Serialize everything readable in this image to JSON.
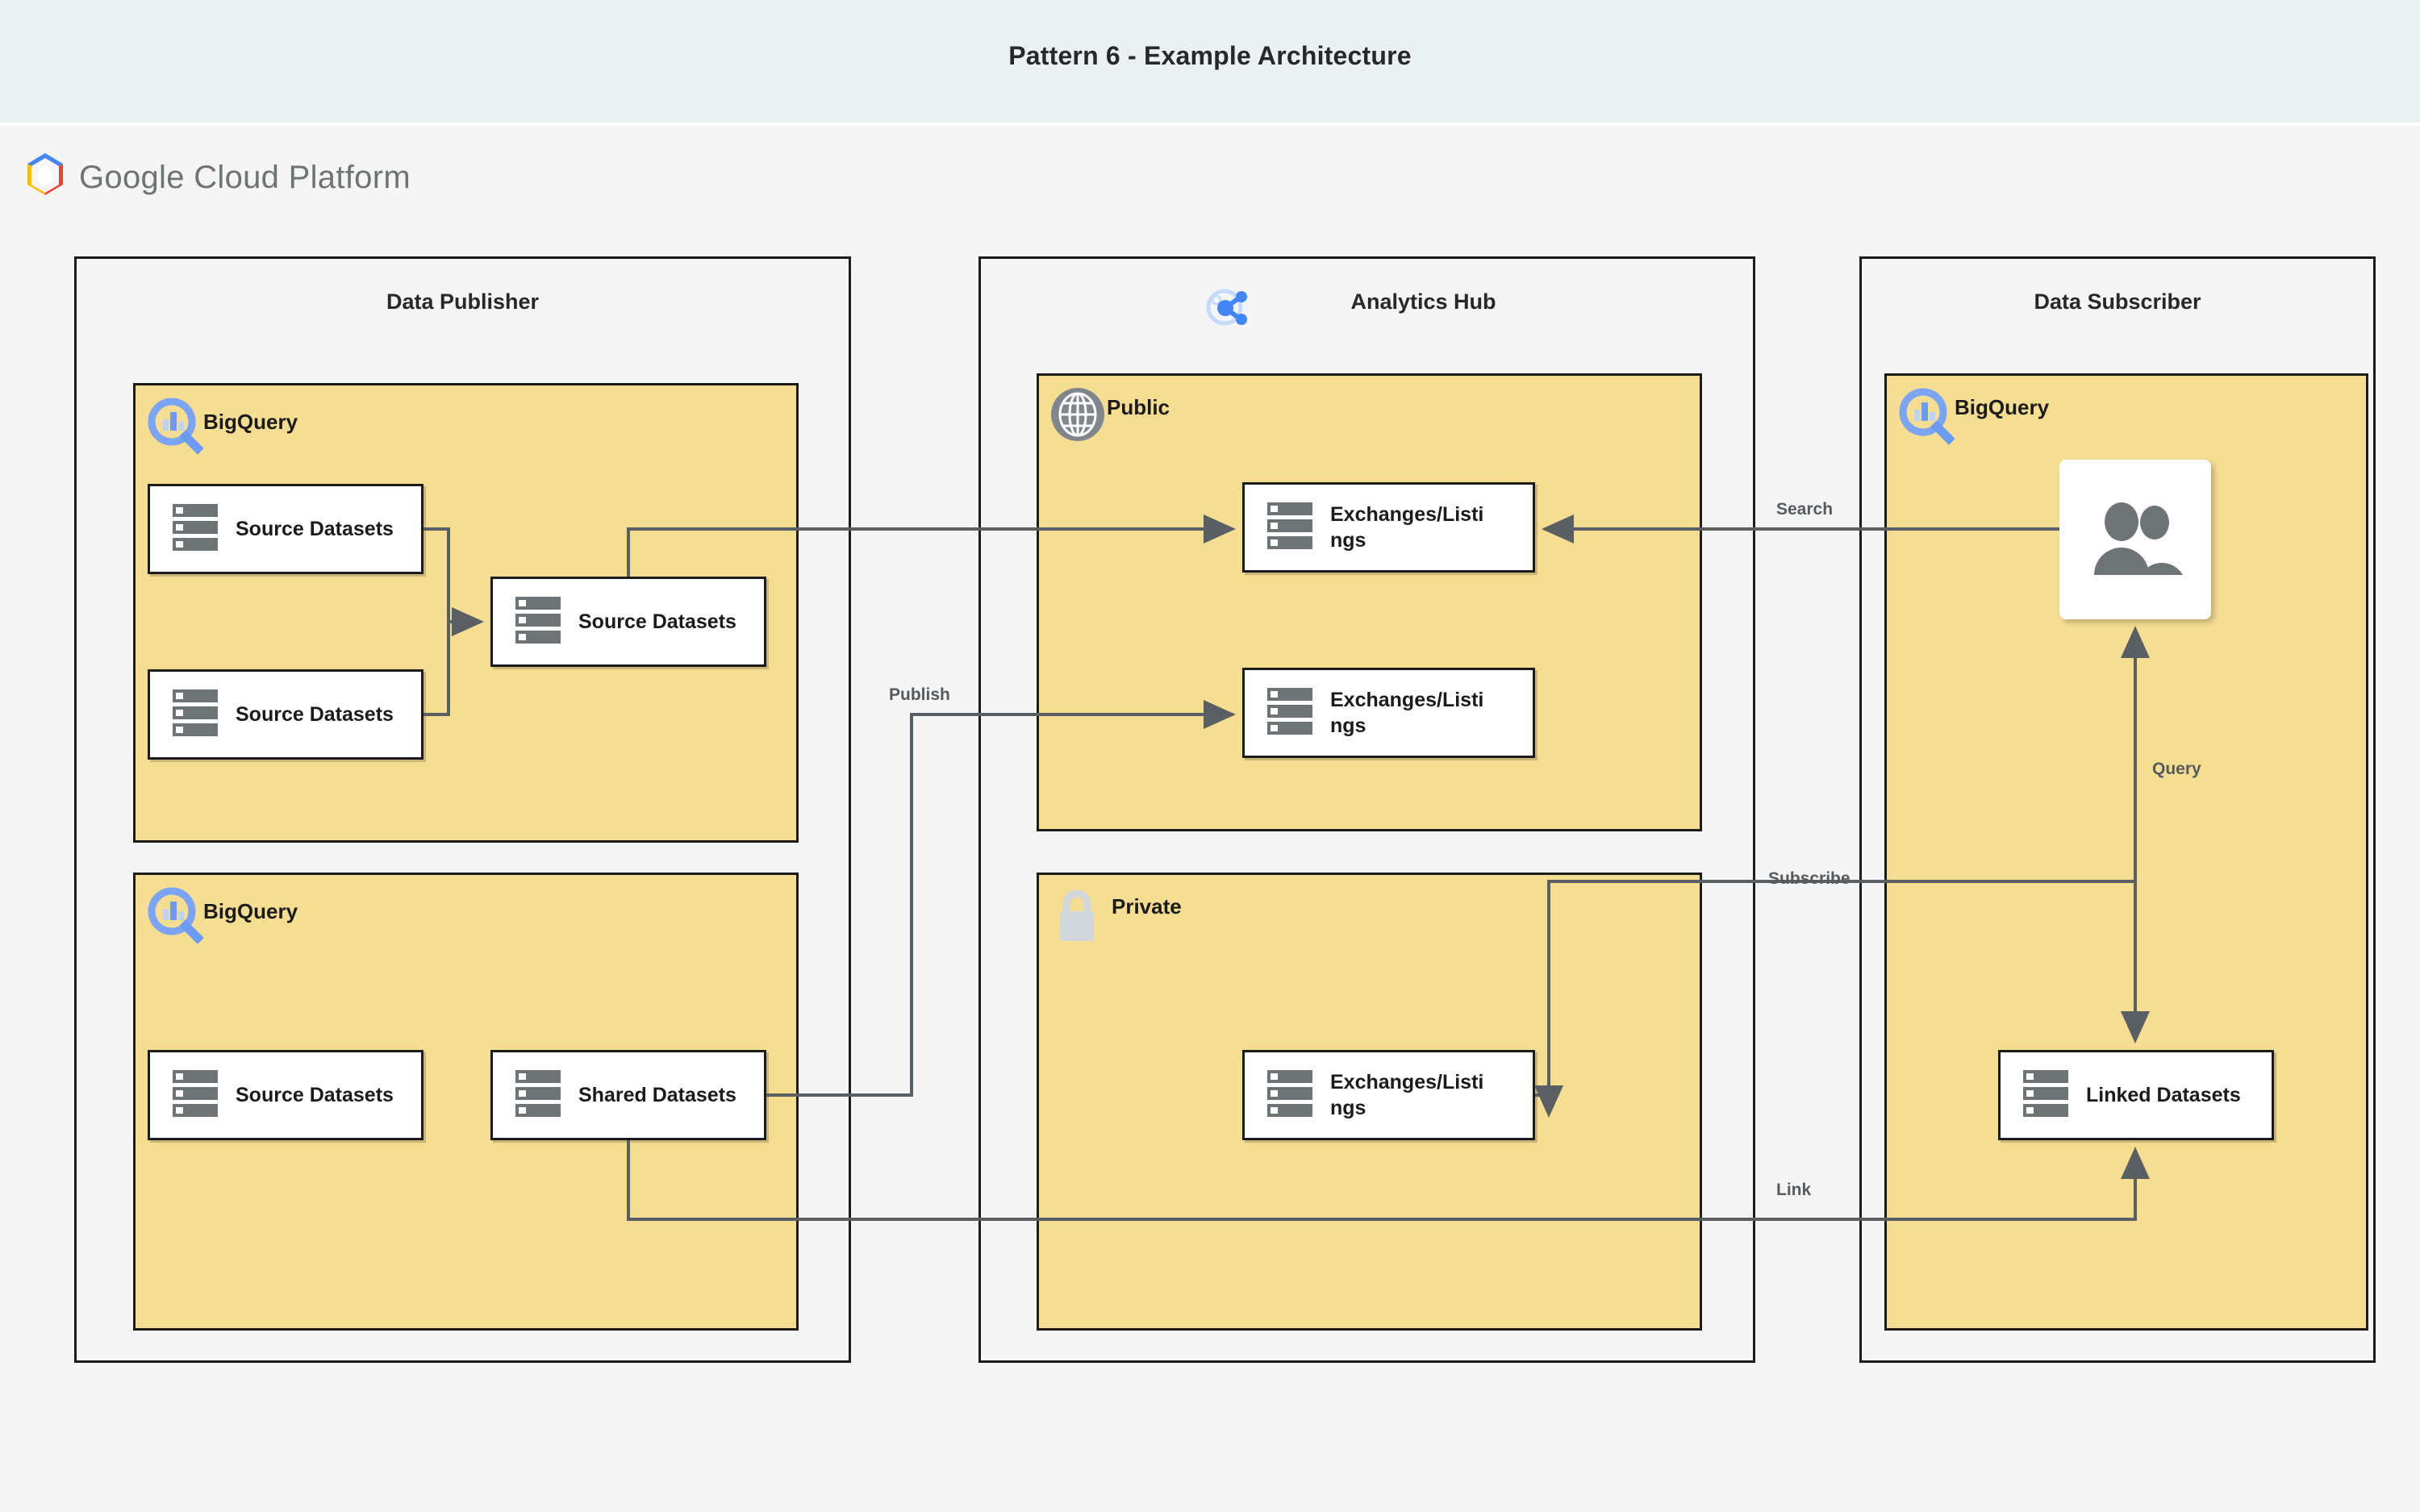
{
  "page": {
    "title": "Pattern 6 - Example Architecture",
    "brand": {
      "google": "Google",
      "cloud_platform": "Cloud Platform"
    },
    "colors": {
      "title_bar_bg": "#ebf0f1",
      "canvas_bg": "#f5f5f5",
      "zone_bg": "#f5f5f5",
      "group_bg": "#f5dd92",
      "node_bg": "#ffffff",
      "stroke": "#1b1b1b",
      "wire": "#595f63",
      "bigquery_blue": "#669df6",
      "analytics_hub_blue": "#4285f4",
      "globe_gray": "#80868b",
      "lock_gray": "#d2d7dc",
      "dataset_gray": "#6e7375",
      "user_gray": "#6e7375"
    }
  },
  "zones": [
    {
      "id": "data-publisher",
      "title": "Data Publisher",
      "icon": null,
      "groups": [
        {
          "id": "publisher-bigquery-top",
          "label": "BigQuery",
          "icon": "bigquery-icon",
          "nodes": [
            {
              "id": "src-ds-1",
              "label": "Source Datasets",
              "icon": "dataset-icon"
            },
            {
              "id": "src-ds-2",
              "label": "Source Datasets",
              "icon": "dataset-icon"
            },
            {
              "id": "src-ds-3",
              "label": "Source Datasets",
              "icon": "dataset-icon"
            }
          ]
        },
        {
          "id": "publisher-bigquery-bottom",
          "label": "BigQuery",
          "icon": "bigquery-icon",
          "nodes": [
            {
              "id": "src-ds-4",
              "label": "Source Datasets",
              "icon": "dataset-icon"
            },
            {
              "id": "shared-ds",
              "label": "Shared Datasets",
              "icon": "dataset-icon"
            }
          ]
        }
      ]
    },
    {
      "id": "analytics-hub",
      "title": "Analytics Hub",
      "icon": "analytics-hub-icon",
      "groups": [
        {
          "id": "public",
          "label": "Public",
          "icon": "globe-icon",
          "nodes": [
            {
              "id": "exch-1",
              "label": "Exchanges/Listings",
              "icon": "dataset-icon"
            },
            {
              "id": "exch-2",
              "label": "Exchanges/Listings",
              "icon": "dataset-icon"
            }
          ]
        },
        {
          "id": "private",
          "label": "Private",
          "icon": "lock-icon",
          "nodes": [
            {
              "id": "exch-3",
              "label": "Exchanges/Listings",
              "icon": "dataset-icon"
            }
          ]
        }
      ]
    },
    {
      "id": "data-subscriber",
      "title": "Data Subscriber",
      "icon": null,
      "groups": [
        {
          "id": "subscriber-bigquery",
          "label": "BigQuery",
          "icon": "bigquery-icon",
          "nodes": [
            {
              "id": "users",
              "label": "",
              "icon": "users-icon"
            },
            {
              "id": "linked-ds",
              "label": "Linked Datasets",
              "icon": "dataset-icon"
            }
          ]
        }
      ]
    }
  ],
  "edges": [
    {
      "id": "search",
      "label": "Search",
      "from": "users",
      "to": "exch-1"
    },
    {
      "id": "publish",
      "label": "Publish",
      "from": "shared-ds",
      "to": "exch-2"
    },
    {
      "id": "subscribe",
      "label": "Subscribe",
      "from": "exch-3",
      "to": "users"
    },
    {
      "id": "query",
      "label": "Query",
      "from": "users",
      "to": "linked-ds"
    },
    {
      "id": "link",
      "label": "Link",
      "from": "shared-ds",
      "to": "linked-ds"
    }
  ]
}
